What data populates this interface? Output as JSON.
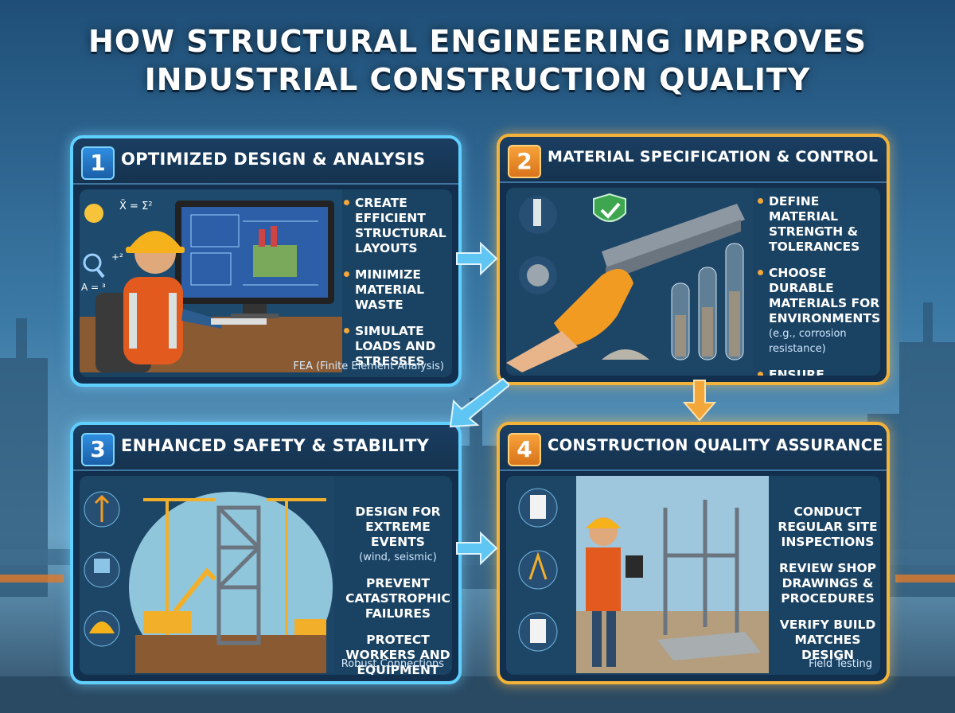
{
  "title_line1": "HOW STRUCTURAL ENGINEERING IMPROVES",
  "title_line2": "INDUSTRIAL CONSTRUCTION QUALITY",
  "panels": [
    {
      "number": "1",
      "title": "OPTIMIZED DESIGN & ANALYSIS",
      "bullets": [
        "Create efficient structural layouts",
        "Minimize material waste",
        "Simulate loads and stresses"
      ],
      "caption": "FEA (Finite Element Analysis)",
      "formula_1": "X̄ = Σ²",
      "formula_2": "+²",
      "formula_3": "A = ³"
    },
    {
      "number": "2",
      "title": "MATERIAL SPECIFICATION & CONTROL",
      "bullets": [
        "Define material strength & tolerances",
        "Choose durable materials for environments",
        "Ensure quality standards"
      ],
      "bullet_note": "(e.g., corrosion resistance)"
    },
    {
      "number": "3",
      "title": "ENHANCED SAFETY & STABILITY",
      "bullets": [
        "Design for extreme events",
        "Prevent catastrophic failures",
        "Protect workers and equipment"
      ],
      "bullet_note": "(wind, seismic)",
      "caption": "Robust Connections"
    },
    {
      "number": "4",
      "title": "CONSTRUCTION QUALITY ASSURANCE",
      "bullets": [
        "Conduct regular site inspections",
        "Review shop drawings & procedures",
        "Verify build matches design"
      ],
      "caption": "Field Testing"
    }
  ],
  "colors": {
    "blue_border": "#5fd0ff",
    "orange_border": "#f3b33a",
    "panel_bg": "#12304d",
    "accent_orange": "#f3a73a"
  }
}
